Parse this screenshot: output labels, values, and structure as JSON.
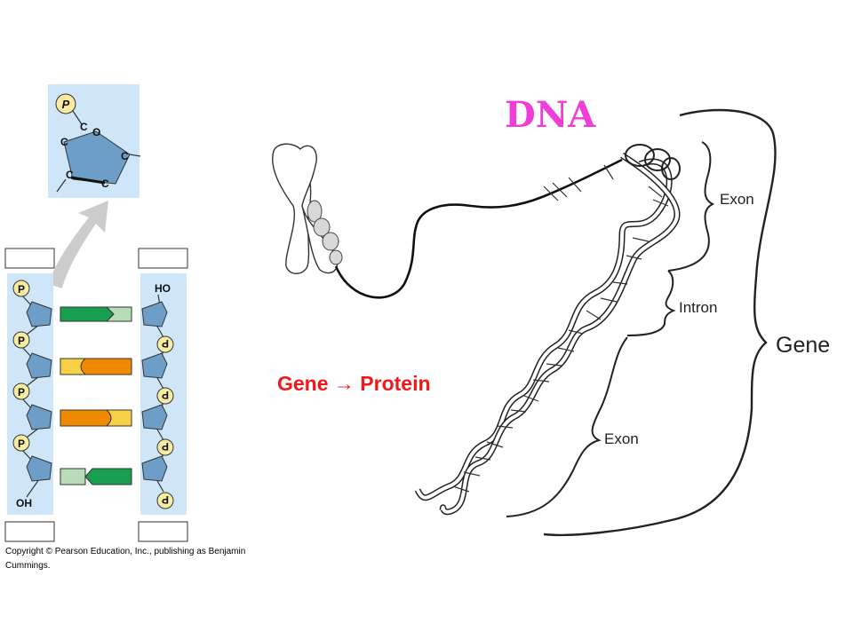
{
  "title": "DNA",
  "caption": "Gene  →  Protein",
  "copyright": "Copyright © Pearson Education, Inc., publishing as Benjamin Cummings.",
  "labels": {
    "exon_top": "Exon",
    "intron": "Intron",
    "exon_bottom": "Exon",
    "gene": "Gene"
  },
  "nucleotide_inset": {
    "phosphate": "P",
    "carbon": "C",
    "oxygen": "O"
  },
  "strand": {
    "ho_end": "HO",
    "oh_end": "OH",
    "left_phosphate": "P",
    "right_phosphate": "P"
  },
  "colors": {
    "title": "#f03cd8",
    "caption": "#f01818",
    "strand_panel": "#cfe6f9",
    "sugar": "#6d9ec8",
    "phosphate": "#f7eca0",
    "base_green": "#18a050",
    "base_light_green": "#b8dcb8",
    "base_orange": "#f08a00",
    "base_yellow": "#f8d048"
  }
}
